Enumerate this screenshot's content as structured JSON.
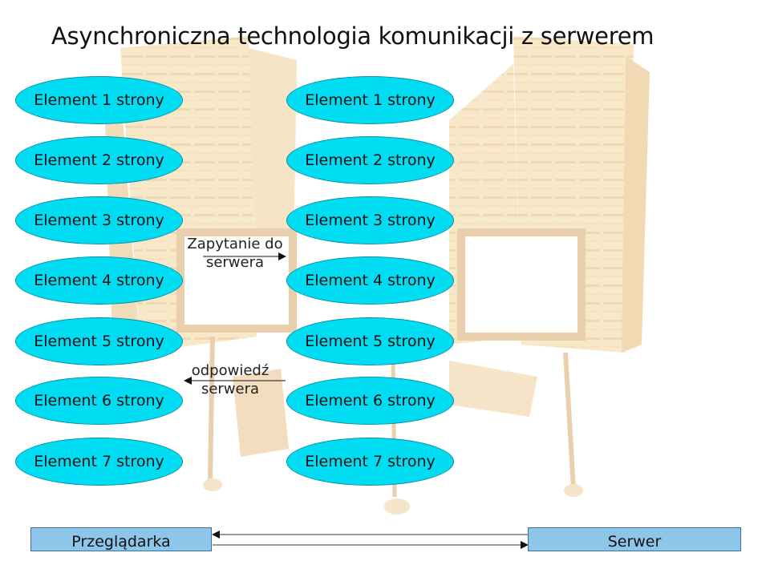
{
  "title": "Asynchroniczna technologia  komunikacji z serwerem",
  "left_elements": [
    "Element 1 strony",
    "Element 2 strony",
    "Element 3 strony",
    "Element 4 strony",
    "Element 5 strony",
    "Element 6 strony",
    "Element 7 strony"
  ],
  "right_elements": [
    "Element 1 strony",
    "Element 2 strony",
    "Element 3 strony",
    "Element 4 strony",
    "Element 5 strony",
    "Element 6 strony",
    "Element 7 strony"
  ],
  "request_label": "Zapytanie do serwera",
  "response_label": "odpowiedź serwera",
  "browser_label": "Przeglądarka",
  "server_label": "Serwer",
  "colors": {
    "ellipse_fill": "#00dcf2",
    "box_fill": "#8ec6ea",
    "background_tint": "#f3d9a3"
  },
  "background_image": "server-racks-illustration"
}
